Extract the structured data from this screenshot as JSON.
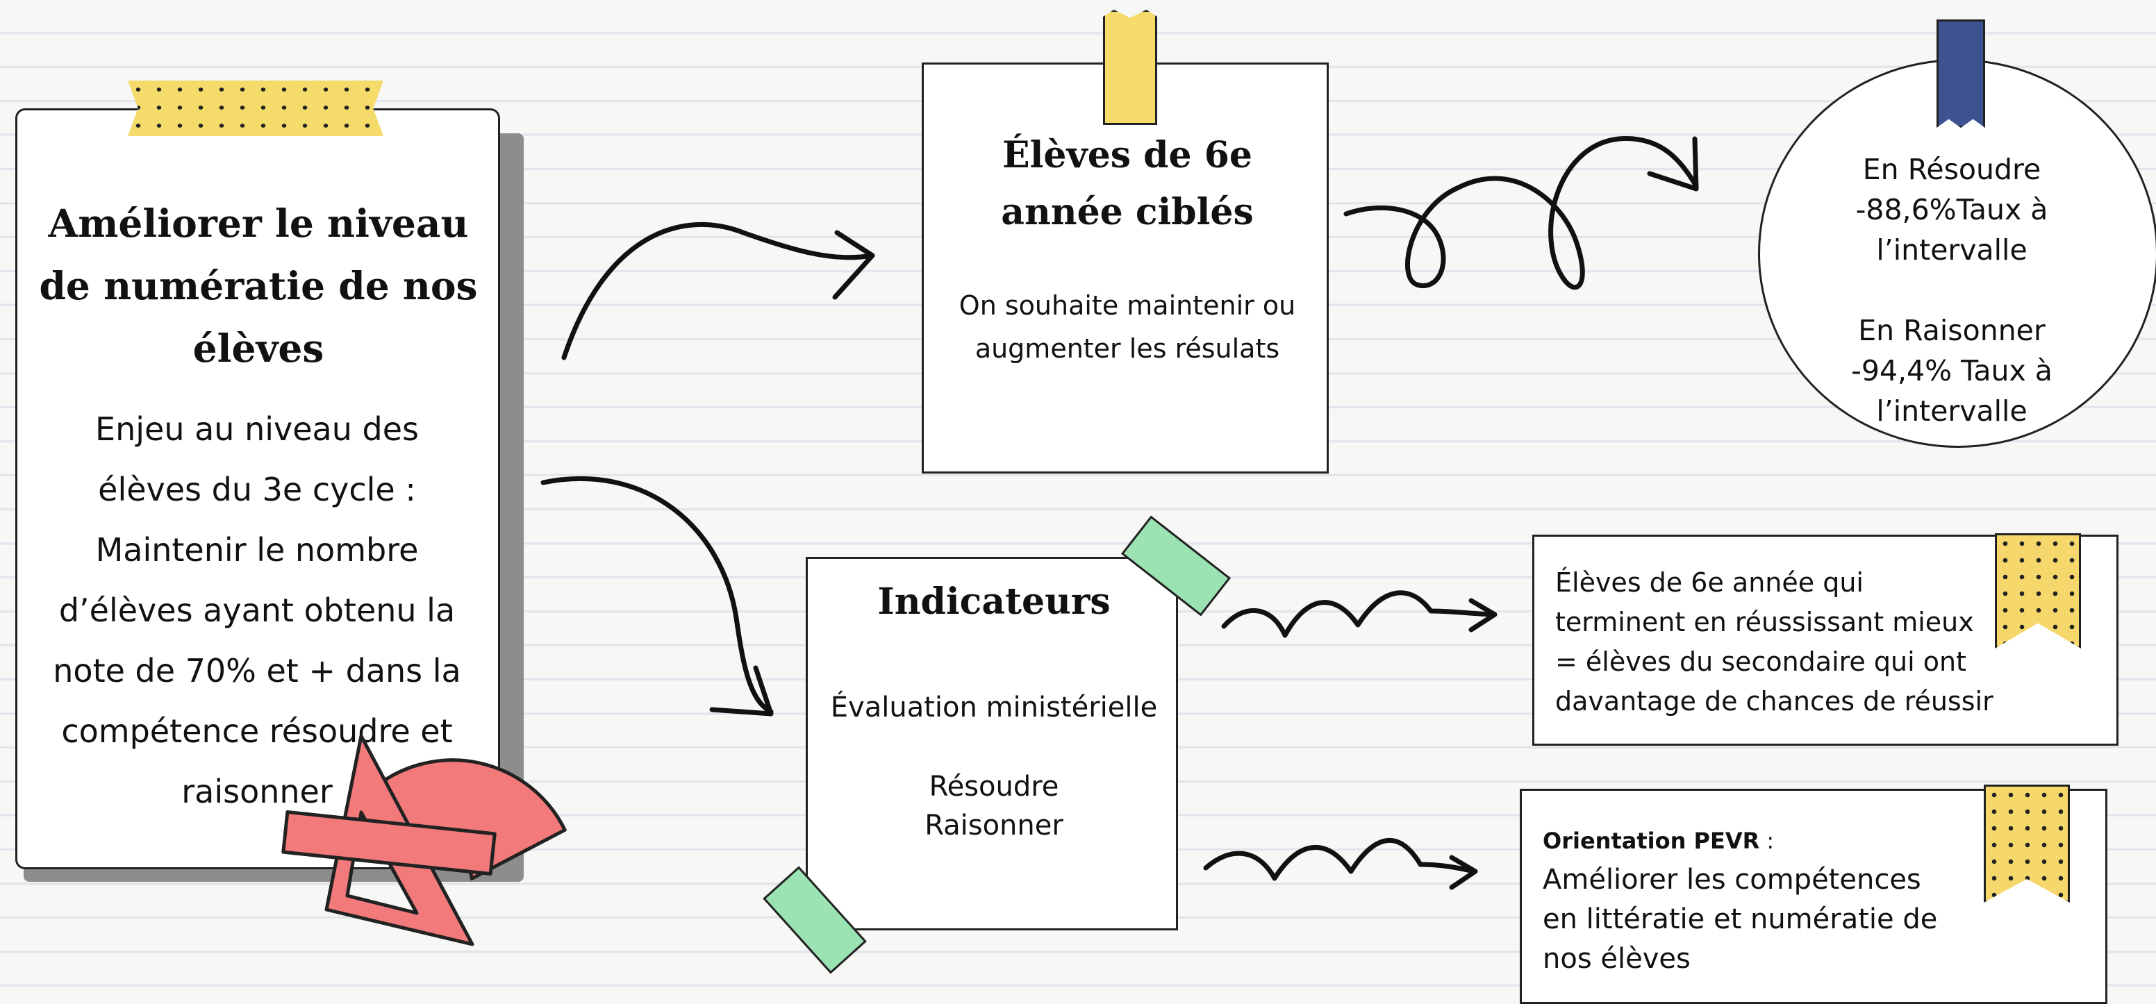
{
  "main_card": {
    "title": "Améliorer le niveau de numératie de nos élèves",
    "body": "Enjeu au niveau des élèves du 3e cycle : Maintenir le nombre d’élèves ayant obtenu la note de 70% et + dans la compétence résoudre et raisonner"
  },
  "targeted_card": {
    "title": "Élèves de 6e année ciblés",
    "body": "On souhaite maintenir ou augmenter les résulats"
  },
  "results_circle": {
    "line1": "En Résoudre",
    "line2": "-88,6%Taux à l’intervalle",
    "line3": "En Raisonner",
    "line4": "-94,4% Taux à l’intervalle"
  },
  "indicators_card": {
    "title": "Indicateurs",
    "line1": "Évaluation ministérielle",
    "line2": "Résoudre",
    "line3": "Raisonner"
  },
  "success_note": {
    "text": "Élèves de 6e année qui terminent en réussissant mieux = élèves du secondaire qui ont davantage de chances de réussir"
  },
  "pevr_note": {
    "label": "Orientation PEVR",
    "separator": " :",
    "text": "Améliorer les compétences en littératie et numératie de nos élèves"
  },
  "colors": {
    "tape_yellow": "#f5dc6a",
    "tape_green": "#9ce3b4",
    "tape_navy": "#3d5290",
    "ruler_red": "#f27a7a",
    "bookmark_yellow": "#f6d76b"
  }
}
